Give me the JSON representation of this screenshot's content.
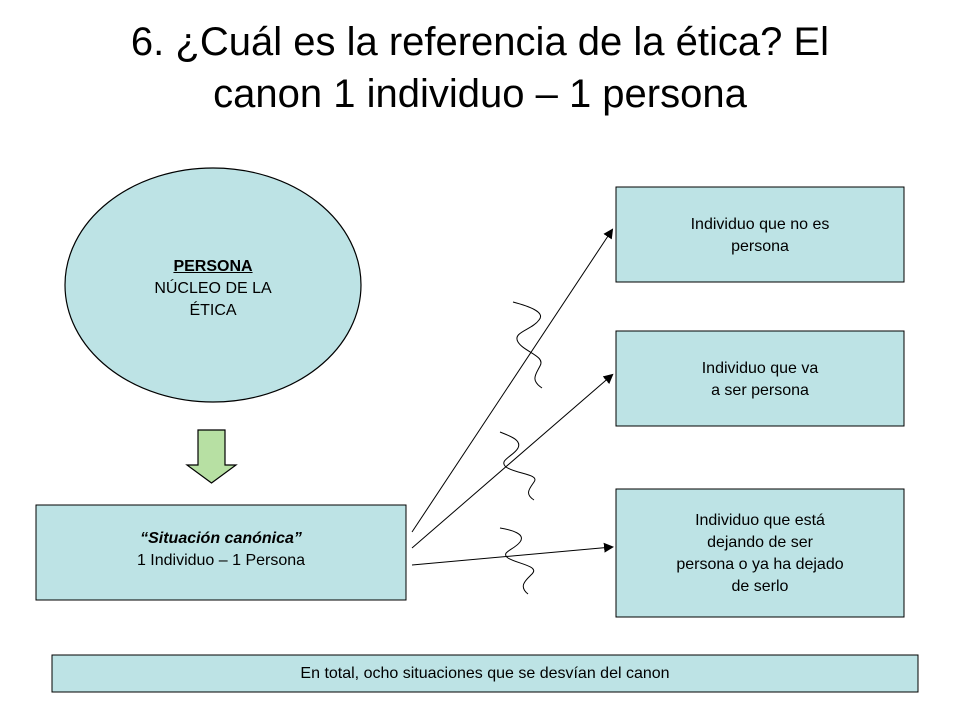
{
  "slide": {
    "title_line1": "6. ¿Cuál es la referencia de la ética? El",
    "title_line2": "canon 1 individuo – 1 persona"
  },
  "diagram": {
    "ellipse": {
      "heading": "PERSONA",
      "line1": "NÚCLEO DE LA",
      "line2": "ÉTICA"
    },
    "canon": {
      "heading": "“Situación canónica”",
      "line1": "1 Individuo – 1 Persona"
    },
    "boxes": [
      {
        "line1": "Individuo que no es",
        "line2": "persona"
      },
      {
        "line1": "Individuo que va",
        "line2": "a ser persona"
      },
      {
        "line1": "Individuo que está",
        "line2": "dejando de ser",
        "line3": "persona o ya ha dejado",
        "line4": "de serlo"
      }
    ],
    "footer": "En total, ocho situaciones que se desvían del canon"
  },
  "colors": {
    "fill": "#bde3e5",
    "stroke": "#000000",
    "arrow_fill": "#b7e0a3"
  },
  "icons": {
    "down_arrow": "down-arrow-icon",
    "break_marks": "squiggle-break-icon"
  }
}
